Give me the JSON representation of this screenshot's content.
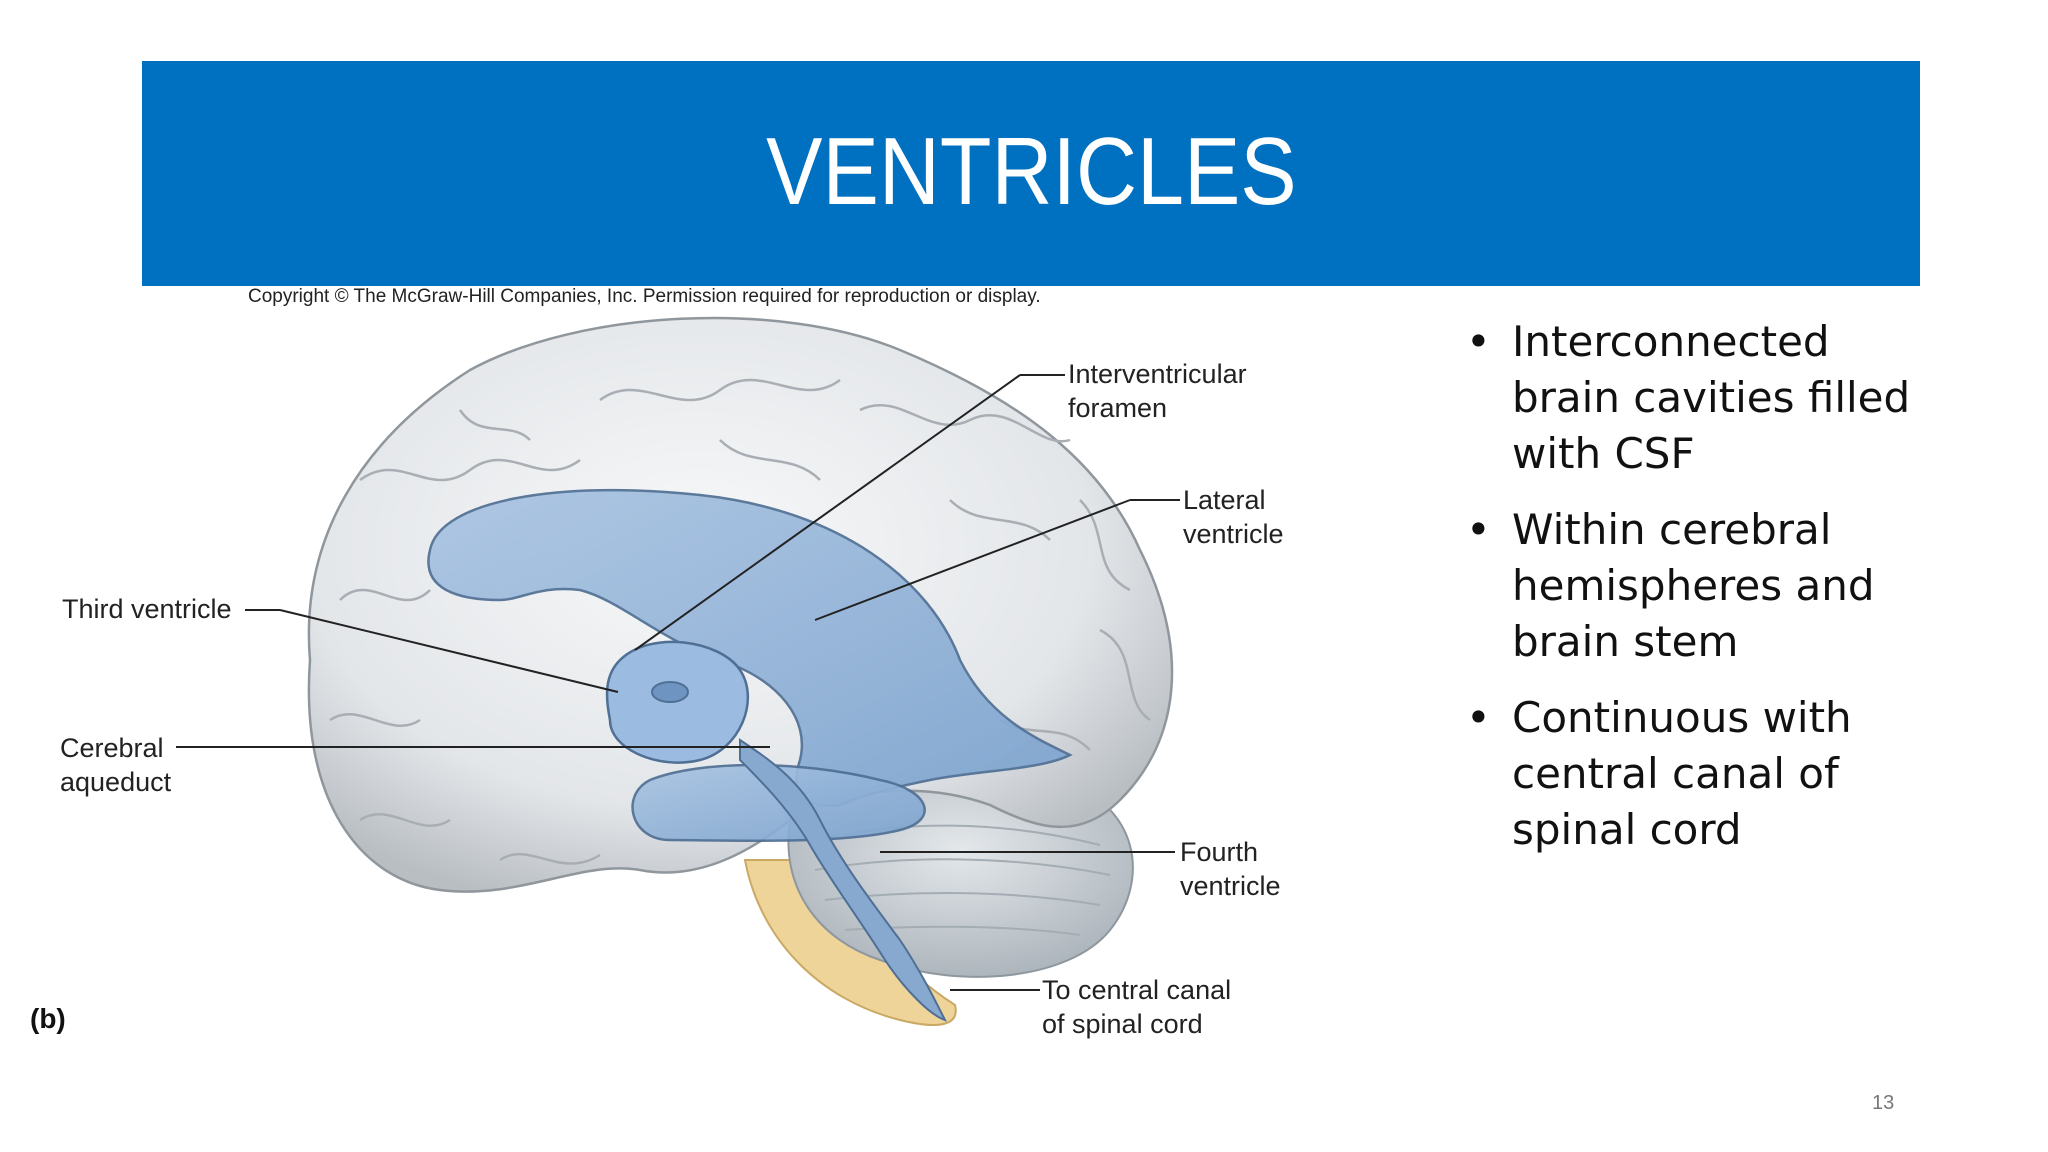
{
  "slide": {
    "title": "VENTRICLES",
    "copyright": "Copyright © The McGraw-Hill Companies, Inc. Permission required for reproduction or display.",
    "page_number": "13"
  },
  "figure": {
    "panel_label": "(b)",
    "labels": {
      "interventricular_1": "Interventricular",
      "interventricular_2": "foramen",
      "lateral_1": "Lateral",
      "lateral_2": "ventricle",
      "third": "Third ventricle",
      "aqueduct_1": "Cerebral",
      "aqueduct_2": "aqueduct",
      "fourth_1": "Fourth",
      "fourth_2": "ventricle",
      "canal_1": "To central canal",
      "canal_2": "of spinal cord"
    },
    "colors": {
      "brain": "#e6e8ea",
      "ventricle": "#8fb2d8",
      "brainstem": "#efd49a",
      "cerebellum": "#cfd6dc"
    }
  },
  "bullets": [
    {
      "marker": "•",
      "text": " Interconnected brain cavities filled with CSF"
    },
    {
      "marker": "•",
      "text": "Within cerebral hemispheres and brain stem"
    },
    {
      "marker": "•",
      "text": "Continuous with central canal of spinal cord"
    }
  ],
  "theme": {
    "title_bar": "#0070c0"
  }
}
